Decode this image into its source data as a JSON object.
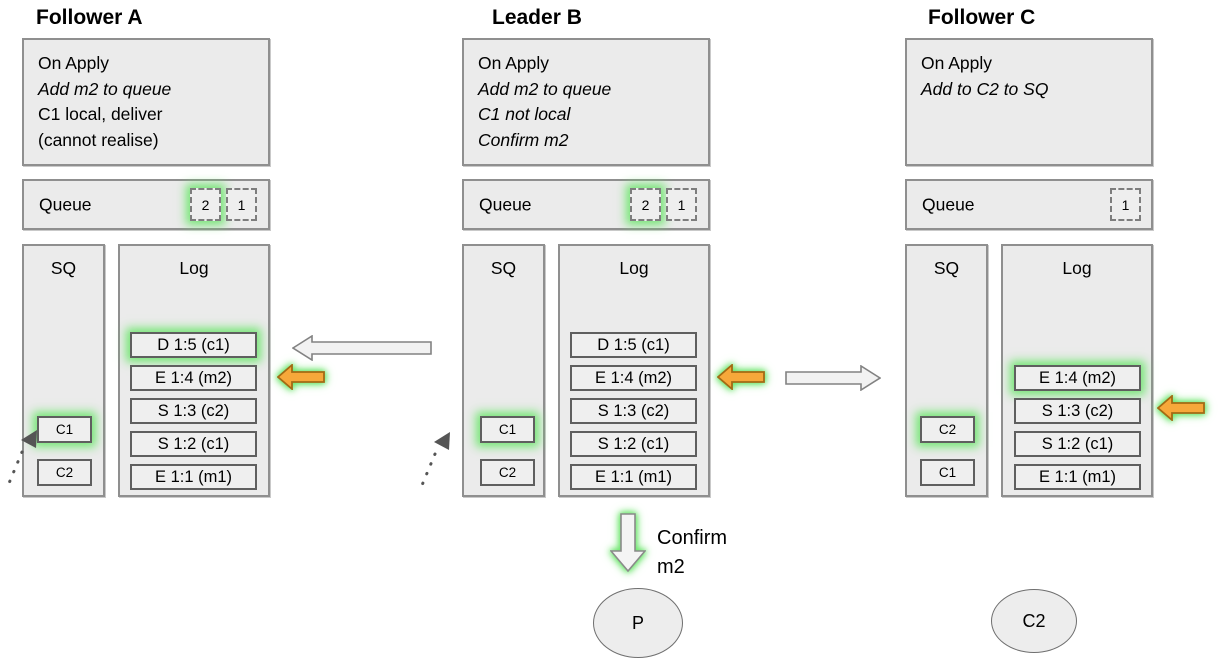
{
  "nodes": [
    {
      "title": "Follower A",
      "apply_lines": [
        "On Apply",
        "Add m2 to queue",
        "C1 local, deliver",
        "(cannot realise)"
      ],
      "queue": {
        "label": "Queue",
        "slots": [
          {
            "value": "2",
            "highlight": true
          },
          {
            "value": "1",
            "highlight": false
          }
        ]
      },
      "sq": {
        "label": "SQ",
        "entries": [
          {
            "label": "C1",
            "highlight": true
          },
          {
            "label": "C2",
            "highlight": false
          }
        ]
      },
      "log": {
        "label": "Log",
        "entries": [
          {
            "label": "D 1:5 (c1)",
            "highlight": true
          },
          {
            "label": "E 1:4 (m2)",
            "highlight": false
          },
          {
            "label": "S 1:3 (c2)",
            "highlight": false
          },
          {
            "label": "S 1:2 (c1)",
            "highlight": false
          },
          {
            "label": "E 1:1 (m1)",
            "highlight": false
          }
        ]
      }
    },
    {
      "title": "Leader B",
      "apply_lines": [
        "On Apply",
        "Add m2 to queue",
        "C1 not local",
        "Confirm m2"
      ],
      "queue": {
        "label": "Queue",
        "slots": [
          {
            "value": "2",
            "highlight": true
          },
          {
            "value": "1",
            "highlight": false
          }
        ]
      },
      "sq": {
        "label": "SQ",
        "entries": [
          {
            "label": "C1",
            "highlight": true
          },
          {
            "label": "C2",
            "highlight": false
          }
        ]
      },
      "log": {
        "label": "Log",
        "entries": [
          {
            "label": "D 1:5 (c1)",
            "highlight": false
          },
          {
            "label": "E 1:4 (m2)",
            "highlight": false
          },
          {
            "label": "S 1:3 (c2)",
            "highlight": false
          },
          {
            "label": "S 1:2 (c1)",
            "highlight": false
          },
          {
            "label": "E 1:1 (m1)",
            "highlight": false
          }
        ]
      }
    },
    {
      "title": "Follower C",
      "apply_lines": [
        "On Apply",
        "Add to C2 to SQ"
      ],
      "queue": {
        "label": "Queue",
        "slots": [
          {
            "value": "1",
            "highlight": false
          }
        ]
      },
      "sq": {
        "label": "SQ",
        "entries": [
          {
            "label": "C2",
            "highlight": true
          },
          {
            "label": "C1",
            "highlight": false
          }
        ]
      },
      "log": {
        "label": "Log",
        "entries": [
          {
            "label": "E 1:4 (m2)",
            "highlight": true
          },
          {
            "label": "S 1:3 (c2)",
            "highlight": false
          },
          {
            "label": "S 1:2 (c1)",
            "highlight": false
          },
          {
            "label": "E 1:1 (m1)",
            "highlight": false
          }
        ]
      }
    }
  ],
  "confirm": {
    "lines": [
      "Confirm",
      "m2"
    ]
  },
  "actors": [
    {
      "label": "P"
    },
    {
      "label": "C2"
    }
  ],
  "colors": {
    "glow_green": "#68e568",
    "arrow_orange": "#f7a83a",
    "arrow_orange_stroke": "#a36a14",
    "arrow_gray_fill": "#f2f2f2",
    "arrow_gray_stroke": "#828282",
    "box_fill": "#ebebeb"
  }
}
